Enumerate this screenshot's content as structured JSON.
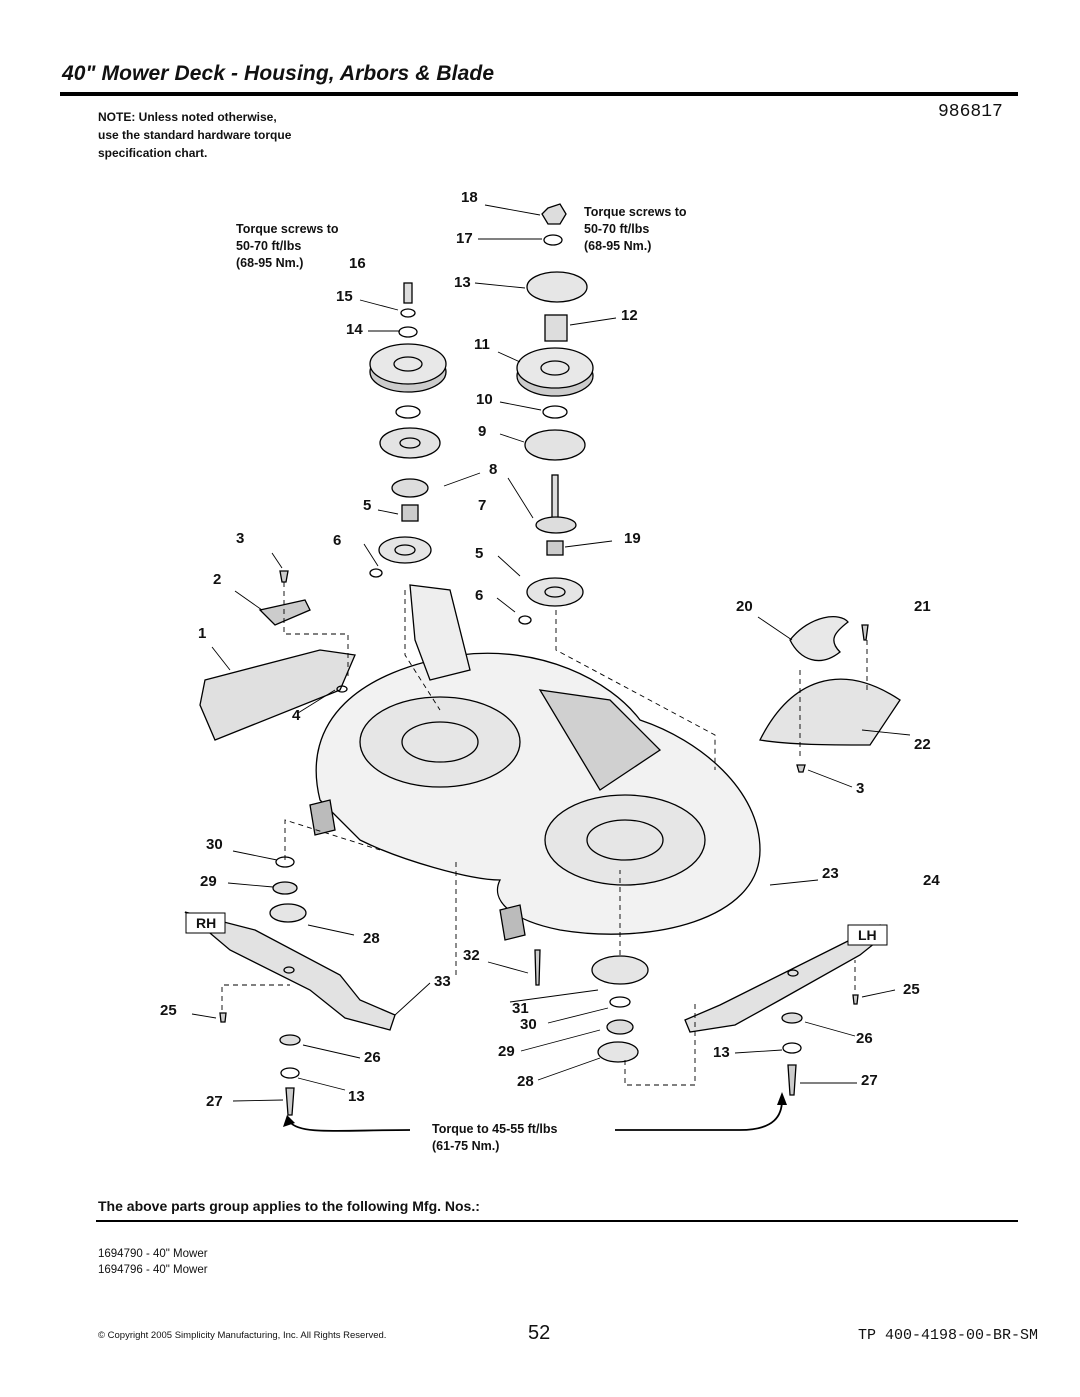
{
  "header": {
    "title": "40\" Mower Deck - Housing, Arbors & Blade",
    "part_number": "986817",
    "note_lines": [
      "NOTE: Unless noted otherwise,",
      "use the standard hardware torque",
      "specification chart."
    ]
  },
  "torque_left": {
    "line1": "Torque screws to",
    "line2": "50-70 ft/lbs",
    "line3": "(68-95 Nm.)"
  },
  "torque_right": {
    "line1": "Torque screws to",
    "line2": "50-70 ft/lbs",
    "line3": "(68-95 Nm.)"
  },
  "torque_blade": {
    "line1": "Torque to 45-55 ft/lbs",
    "line2": "(61-75 Nm.)"
  },
  "labels": {
    "rh": "RH",
    "lh": "LH",
    "c18": "18",
    "c17": "17",
    "c13a": "13",
    "c12": "12",
    "c11": "11",
    "c10": "10",
    "c9": "9",
    "c8": "8",
    "c7": "7",
    "c19": "19",
    "c5b": "5",
    "c6b": "6",
    "c16": "16",
    "c15": "15",
    "c14": "14",
    "c5a": "5",
    "c6a": "6",
    "c3a": "3",
    "c2": "2",
    "c1": "1",
    "c4": "4",
    "c20": "20",
    "c21": "21",
    "c22": "22",
    "c3b": "3",
    "c23": "23",
    "c24": "24",
    "c30a": "30",
    "c29a": "29",
    "c28a": "28",
    "c25a": "25",
    "c26a": "26",
    "c27a": "27",
    "c13b": "13",
    "c33": "33",
    "c32": "32",
    "c31": "31",
    "c30b": "30",
    "c29b": "29",
    "c28b": "28",
    "c25b": "25",
    "c26b": "26",
    "c13c": "13",
    "c27b": "27"
  },
  "footer": {
    "applies_text": "The above parts group applies to the following Mfg. Nos.:",
    "mfg_numbers": [
      "1694790 - 40\" Mower",
      "1694796 - 40\" Mower"
    ],
    "copyright": "© Copyright 2005 Simplicity Manufacturing, Inc. All Rights Reserved.",
    "page_number": "52",
    "doc_code": "TP 400-4198-00-BR-SM"
  }
}
